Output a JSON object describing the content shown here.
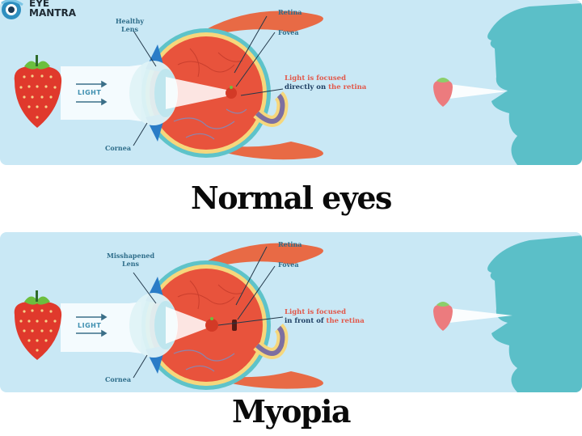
{
  "logo": {
    "line1": "EYE",
    "line2": "MANTRA",
    "icon": "eye-icon"
  },
  "colors": {
    "panel_bg": "#c9e8f5",
    "head_silhouette": "#5bbfc8",
    "strawberry": "#e0392c",
    "eye_red": "#e8533c",
    "muscle": "#e86a45",
    "label_blue": "#2e6d8a",
    "note_red": "#e2584a",
    "note_navy": "#1f3f63"
  },
  "panels": [
    {
      "caption": "Normal eyes",
      "light_label": "LIGHT",
      "lens_label_line1": "Healthy",
      "lens_label_line2": "Lens",
      "cornea_label": "Cornea",
      "retina_label": "Retina",
      "fovea_label": "Fovea",
      "note_line1": "Light is focused",
      "note_line2_a": "directly on ",
      "note_line2_b": "the retina"
    },
    {
      "caption": "Myopia",
      "light_label": "LIGHT",
      "lens_label_line1": "Misshapened",
      "lens_label_line2": "Lens",
      "cornea_label": "Cornea",
      "retina_label": "Retina",
      "fovea_label": "Fovea",
      "note_line1": "Light is focused",
      "note_line2_a": "in front of ",
      "note_line2_b": "the retina"
    }
  ]
}
